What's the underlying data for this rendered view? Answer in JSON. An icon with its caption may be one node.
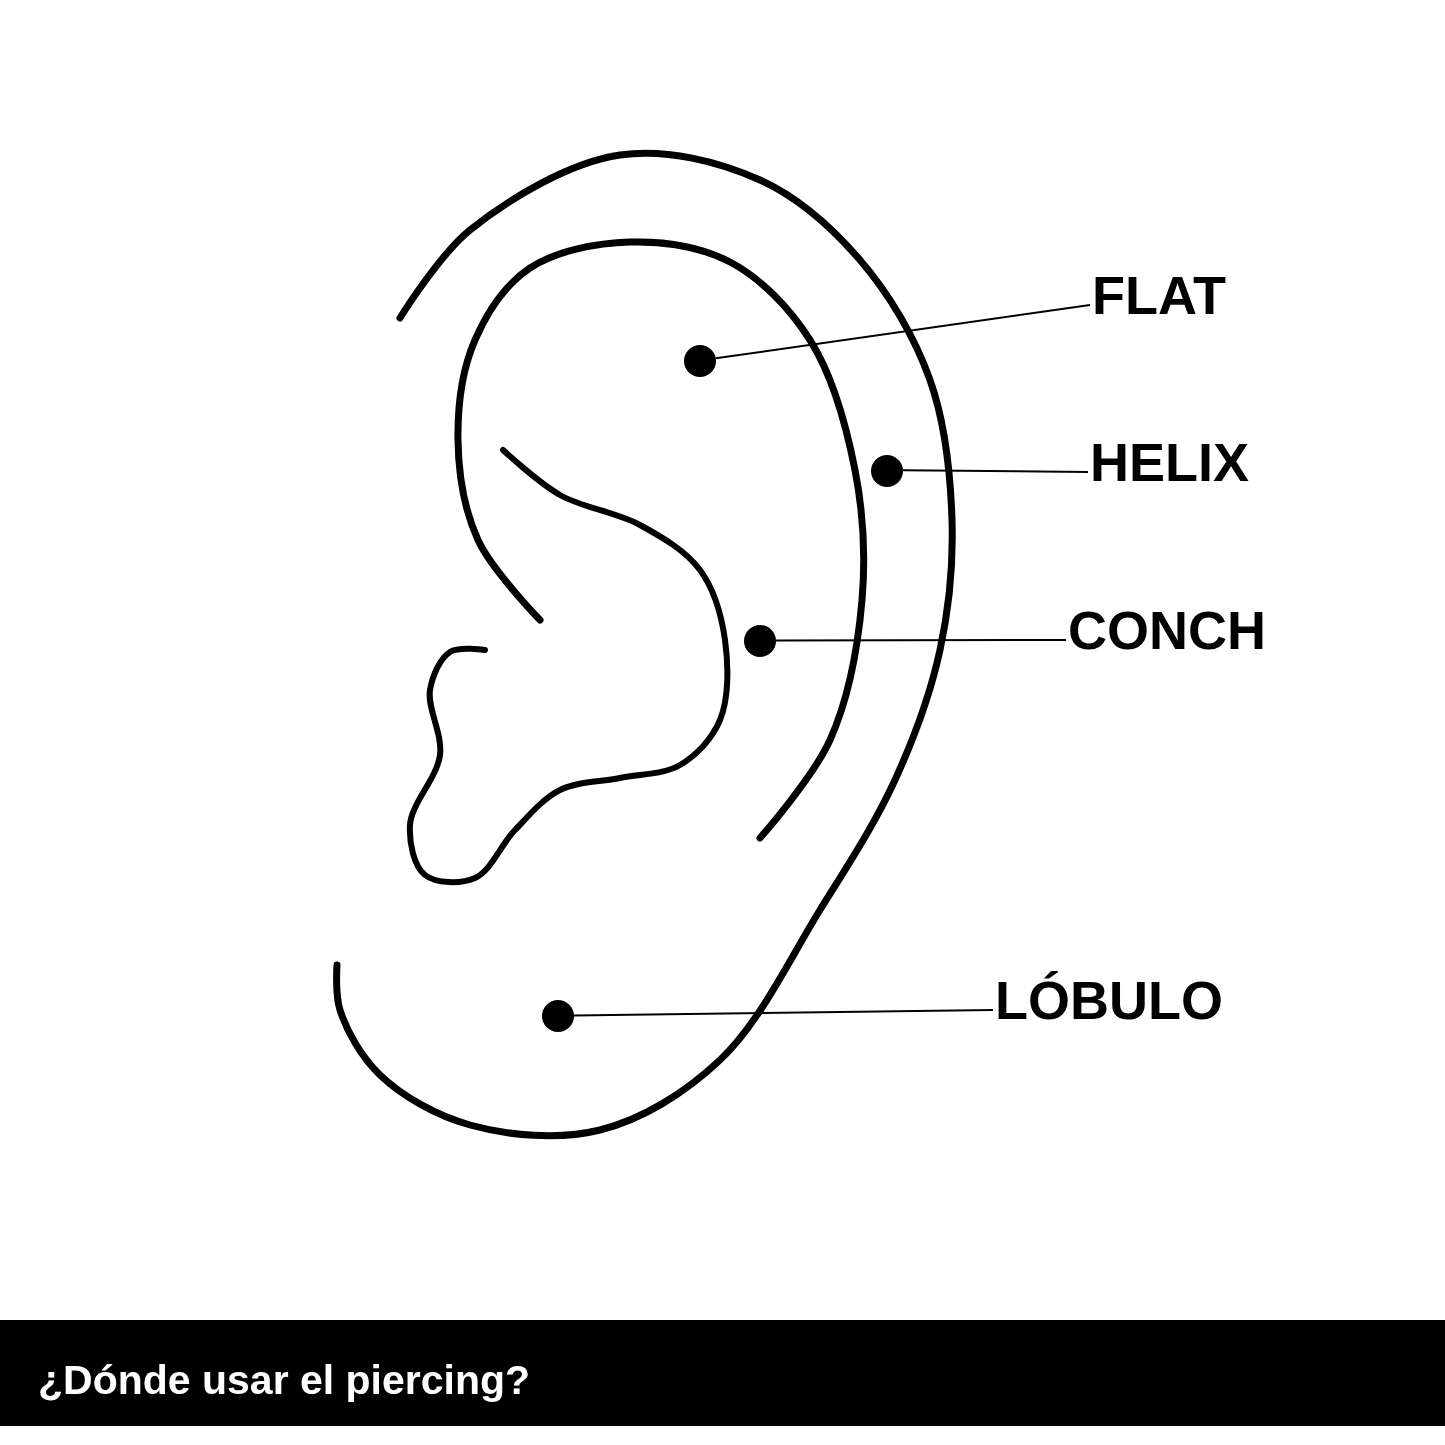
{
  "diagram": {
    "caption": "¿Dónde usar el piercing?",
    "nodes": [
      {
        "text": [
          "FLAT"
        ]
      },
      {
        "text": [],
        "shape": "circle"
      },
      {
        "text": [
          "HELIX"
        ]
      },
      {
        "text": [],
        "shape": "circle"
      },
      {
        "text": [
          "CONCH"
        ]
      },
      {
        "text": [],
        "shape": "circle"
      },
      {
        "text": [
          "LÓBULO"
        ]
      },
      {
        "text": [],
        "shape": "circle"
      }
    ],
    "edges": [
      {
        "from": 0,
        "to": 1,
        "arrow": "none"
      },
      {
        "from": 2,
        "to": 3,
        "arrow": "none"
      },
      {
        "from": 4,
        "to": 5,
        "arrow": "none"
      },
      {
        "from": 6,
        "to": 7,
        "arrow": "none"
      }
    ]
  }
}
